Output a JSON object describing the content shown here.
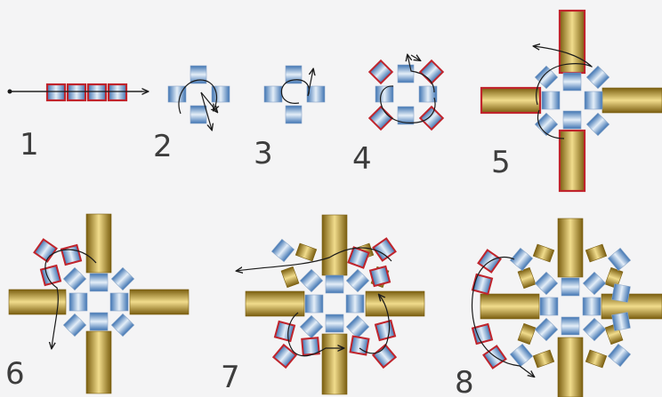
{
  "steps": [
    {
      "label": "1"
    },
    {
      "label": "2"
    },
    {
      "label": "3"
    },
    {
      "label": "4"
    },
    {
      "label": "5"
    },
    {
      "label": "6"
    },
    {
      "label": "7"
    },
    {
      "label": "8"
    }
  ],
  "colors": {
    "background": "#f4f4f5",
    "blue_bead": "#7fa7d2",
    "gold_bead": "#b8962a",
    "highlight_outline": "#c0242c",
    "thread": "#1a1a1a",
    "label": "#3d3d3d"
  }
}
